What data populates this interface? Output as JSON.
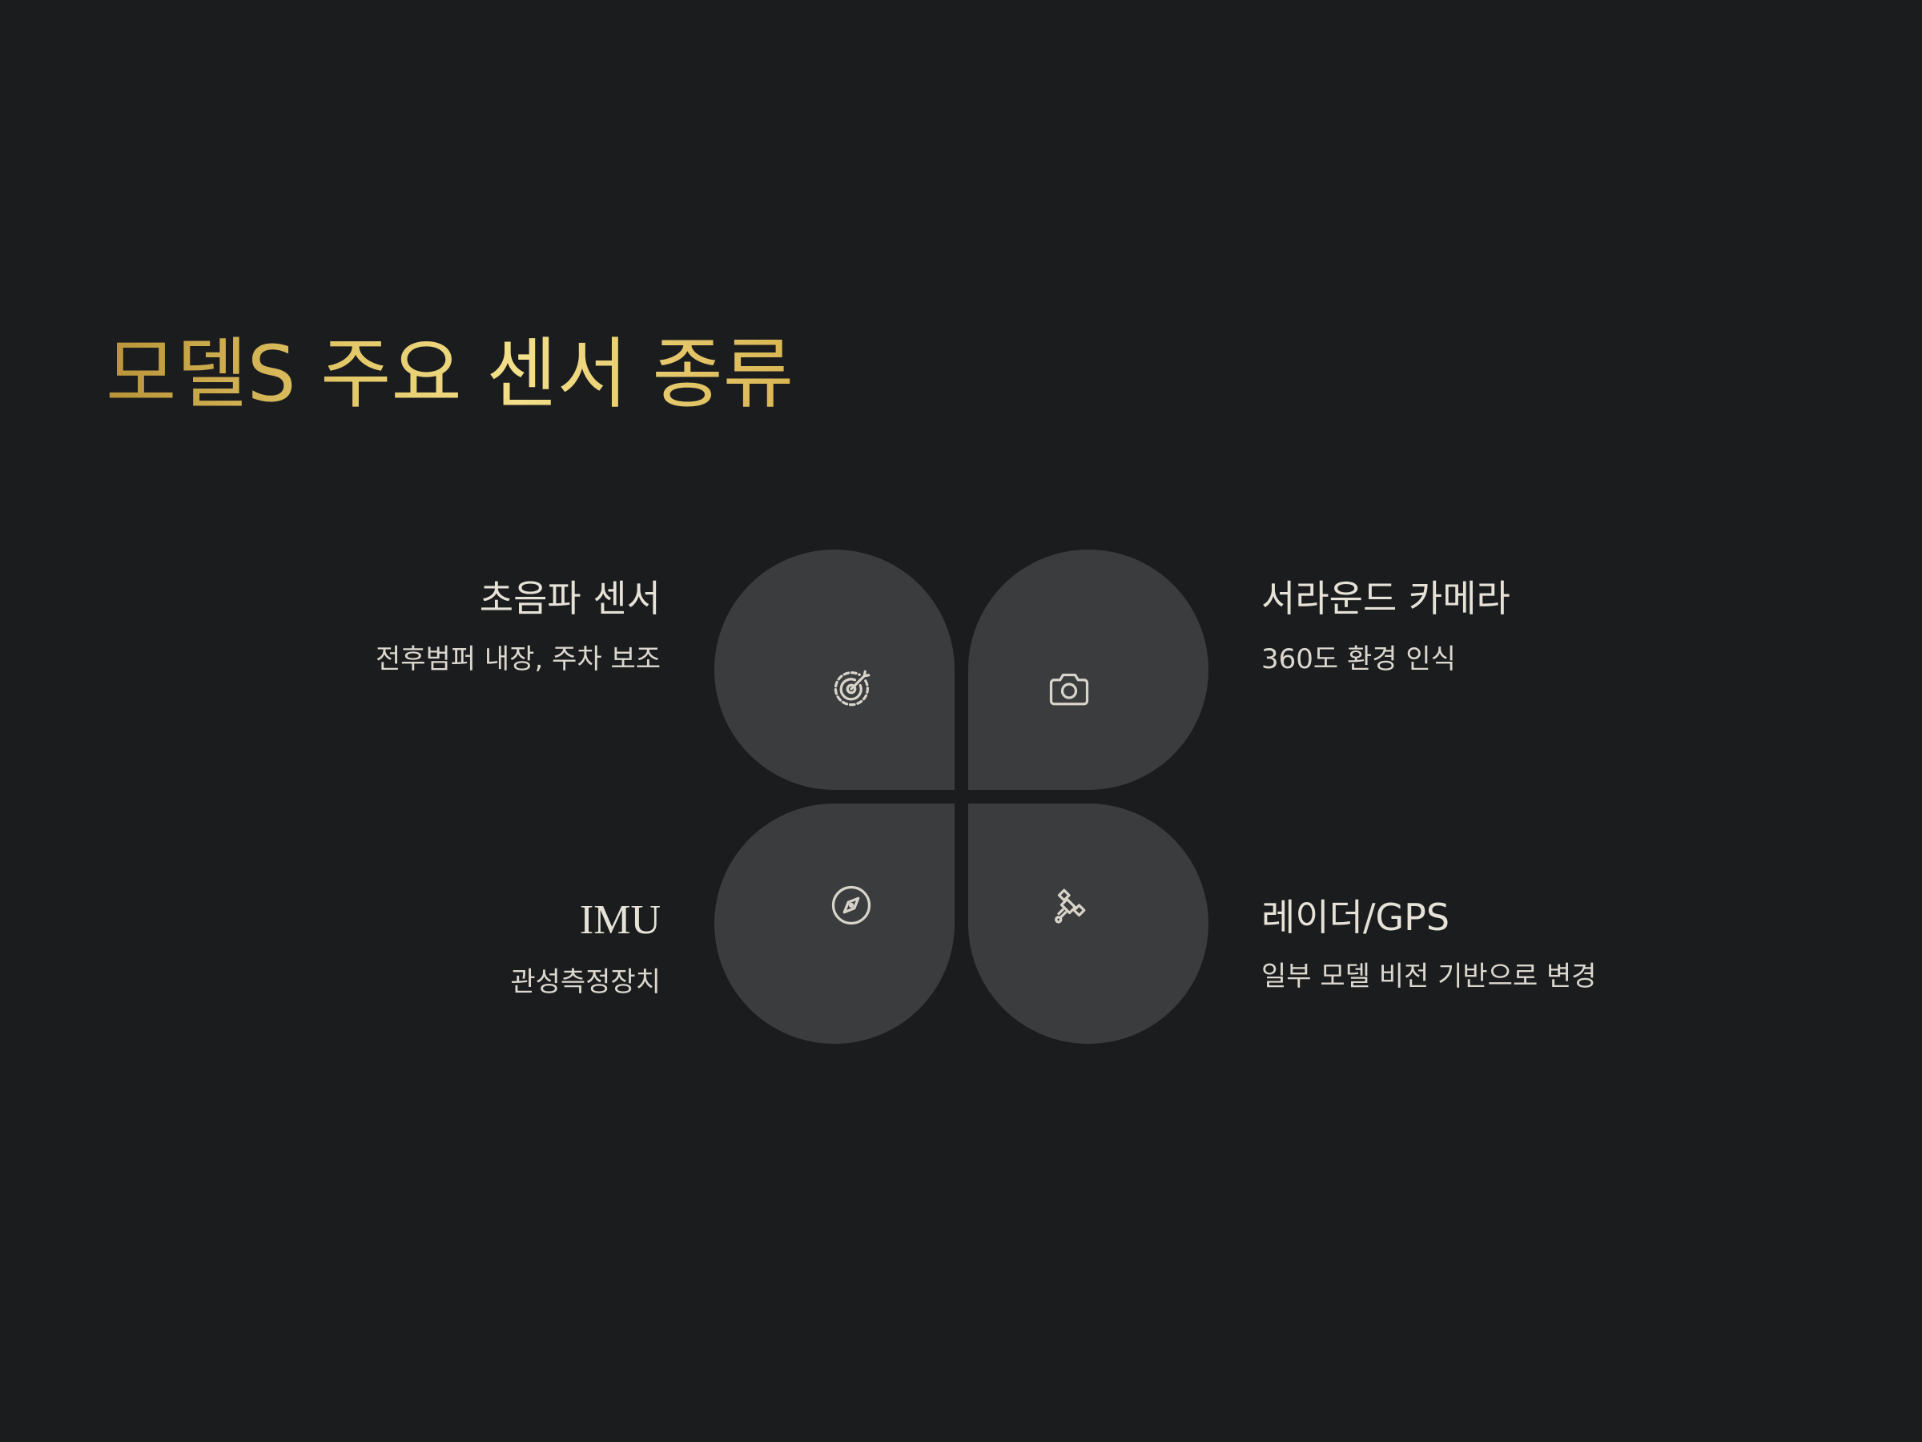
{
  "title": "모델S 주요 센서 종류",
  "colors": {
    "background": "#1b1c1e",
    "petal": "#3b3c3e",
    "title_gold": "#e3c868",
    "text": "#e6e2d8"
  },
  "sensors": [
    {
      "name": "초음파 센서",
      "desc": "전후범퍼 내장, 주차 보조",
      "icon": "radar-target-icon"
    },
    {
      "name": "서라운드 카메라",
      "desc": "360도 환경 인식",
      "icon": "camera-icon"
    },
    {
      "name": "IMU",
      "desc": "관성측정장치",
      "icon": "compass-icon"
    },
    {
      "name": "레이더/GPS",
      "desc": "일부 모델 비전 기반으로 변경",
      "icon": "satellite-icon"
    }
  ]
}
